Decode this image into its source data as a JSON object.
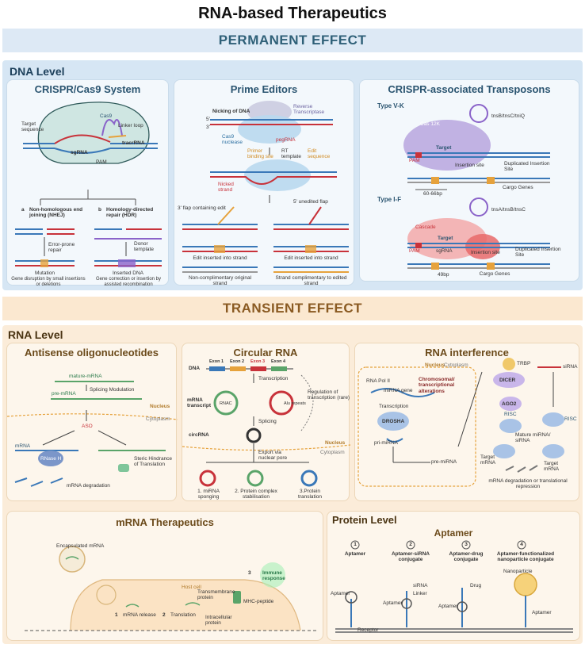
{
  "title": "RNA-based Therapeutics",
  "permanent_band": "PERMANENT EFFECT",
  "transient_band": "TRANSIENT EFFECT",
  "dna_level": "DNA Level",
  "rna_level": "RNA Level",
  "crispr": {
    "title": "CRISPR/Cas9 System",
    "cas9": "Cas9",
    "linker_loop": "Linker loop",
    "target_sequence": "Target sequence",
    "sgrna": "sgRNA",
    "tracrrna": "tracrRNA",
    "pam": "PAM",
    "a_marker": "a",
    "b_marker": "b",
    "nhej": "Non-homologous end joining (NHEJ)",
    "hdr": "Homology-directed repair (HDR)",
    "error_prone": "Error-prone repair",
    "donor_template": "Donor template",
    "mutation": "Mutation",
    "inserted_dna": "Inserted DNA",
    "nhej_result": "Gene disruption by small insertions or deletions",
    "hdr_result": "Gene correction or insertion by assisted recombination"
  },
  "prime": {
    "title": "Prime Editors",
    "nicking": "Nicking of DNA",
    "reverse_transcriptase": "Reverse Transcriptase",
    "cas9_nuclease": "Cas9 nuclease",
    "pegrna": "pegRNA",
    "primer_binding": "Primer binding site",
    "rt_template": "RT template",
    "edit_sequence": "Edit sequence",
    "nicked_strand": "Nicked strand",
    "flap3": "3' flap containing edit",
    "flap5": "5' unedited flap",
    "edit_inserted_1": "Edit inserted into strand",
    "edit_inserted_2": "Edit inserted into strand",
    "non_comp": "Non-complimentary original strand",
    "strand_comp": "Strand complimentary to edited strand",
    "five_prime": "5'",
    "three_prime": "3'"
  },
  "transposons": {
    "title": "CRISPR-associated Transposons",
    "type_vk": "Type V-K",
    "type_if": "Type I-F",
    "tns_vk": "tnsB/tnsC/tniQ",
    "tns_if": "tnsA/tnsB/tnsC",
    "cas12k": "Cas 12K",
    "cascade": "Cascade",
    "target": "Target",
    "pam": "PAM",
    "sgrna": "sgRNA",
    "insertion_site": "Insertion site",
    "duplicated": "Duplicated Insertion Site",
    "cargo_genes": "Cargo Genes",
    "bp_vk": "60-66bp",
    "bp_if": "49bp"
  },
  "aso": {
    "title": "Antisense oligonucleotides",
    "mature_mrna": "mature-mRNA",
    "pre_mrna": "pre-mRNA",
    "splicing_mod": "Splicing Modulation",
    "nucleus": "Nucleus",
    "cytoplasm": "Cytoplasm",
    "aso": "ASO",
    "mrna": "mRNA",
    "rnase": "RNase H",
    "steric": "Steric Hindrance of Translation",
    "degradation": "mRNA degradation"
  },
  "circ": {
    "title": "Circular RNA",
    "dna": "DNA",
    "exon1": "Exon 1",
    "exon2": "Exon 2",
    "exon3": "Exon 3",
    "exon4": "Exon 4",
    "transcription": "Transcription",
    "mrna_transcript": "mRNA transcript",
    "rnac": "RNAC",
    "alu": "Alu repeats",
    "regulation": "Regulation of transcription (rare)",
    "splicing": "Splicing",
    "circrna": "circRNA",
    "export": "Export via nuclear pore",
    "nucleus": "Nucleus",
    "cytoplasm": "Cytoplasm",
    "out1": "1. miRNA sponging",
    "out2": "2. Protein complex stabilisation",
    "out3": "3.Protein translation"
  },
  "rnai": {
    "title": "RNA interference",
    "nucleus": "Nucleus",
    "cytoplasm": "Cytoplasm",
    "pol2": "RNA Pol II",
    "mirna_gene": "miRNA gene",
    "chromosomal": "Chromosomal/ transcriptional alterations",
    "transcription": "Transcription",
    "drosha": "DROSHA",
    "pri": "pri-miRNA",
    "pre": "pre-miRNA",
    "trbp": "TRBP",
    "dicer": "DICER",
    "ago2": "AGO2",
    "risc1": "RISC",
    "risc2": "RISC",
    "sirna": "siRNA",
    "mature": "Mature miRNA/ siRNA",
    "target1": "Target mRNA",
    "target2": "Target mRNA",
    "result": "mRNA degradation or translational repression"
  },
  "mrna_ther": {
    "title": "mRNA Therapeutics",
    "encapsulated": "Encapsulated mRNA",
    "host_cell": "Host cell",
    "step1": "1",
    "step1_label": "mRNA release",
    "step2": "2",
    "step2_label": "Translation",
    "step3": "3",
    "immune": "Immune response",
    "transmembrane": "Transmembrane protein",
    "mhc": "MHC-peptide",
    "intracellular": "Intracellular protein"
  },
  "protein": {
    "level_label": "Protein Level",
    "subtitle": "Aptamer",
    "n1": "1",
    "n2": "2",
    "n3": "3",
    "n4": "4",
    "c1": "Aptamer",
    "c2": "Aptamer-siRNA conjugate",
    "c3": "Aptamer-drug conjugate",
    "c4": "Aptamer-functionalized nanoparticle conjugate",
    "aptamer_lbl": "Aptamer",
    "receptor": "Receptor",
    "sirna": "siRNA",
    "linker": "Linker",
    "aptamer2": "Aptamer",
    "drug": "Drug",
    "aptamer3": "Aptamer",
    "nanoparticle": "Nanoparticle",
    "aptamer4": "Aptamer"
  },
  "colors": {
    "dna_blue": "#3a78b8",
    "dna_red": "#c8323a",
    "purple": "#8a63c9",
    "orange": "#e6a23c",
    "green": "#5aa469"
  }
}
